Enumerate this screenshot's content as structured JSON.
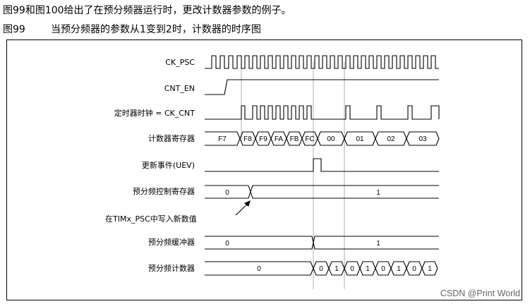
{
  "header": {
    "intro": "图99和图100给出了在预分频器运行时，更改计数器参数的例子。",
    "figure_number": "图99",
    "figure_caption": "当预分频器的参数从1变到2时，计数器的时序图"
  },
  "signals": {
    "ck_psc": "CK_PSC",
    "cnt_en": "CNT_EN",
    "ck_cnt": "定时器时钟 = CK_CNT",
    "counter_register": "计数器寄存器",
    "uev": "更新事件(UEV)",
    "prescaler_control_register": "预分频控制寄存器",
    "prescaler_buffer": "预分频缓冲器",
    "prescaler_counter": "预分频计数器"
  },
  "annotation": "在TIMx_PSC中写入新数值",
  "counter_register_values": [
    "F7",
    "F8",
    "F9",
    "FA",
    "FB",
    "FC",
    "00",
    "01",
    "02",
    "03"
  ],
  "prescaler_control_values": [
    "0",
    "1"
  ],
  "prescaler_buffer_values": [
    "0",
    "1"
  ],
  "prescaler_counter_values": [
    "0",
    "0",
    "1",
    "0",
    "1",
    "0",
    "1",
    "0",
    "1"
  ],
  "watermark": "CSDN @Print World"
}
